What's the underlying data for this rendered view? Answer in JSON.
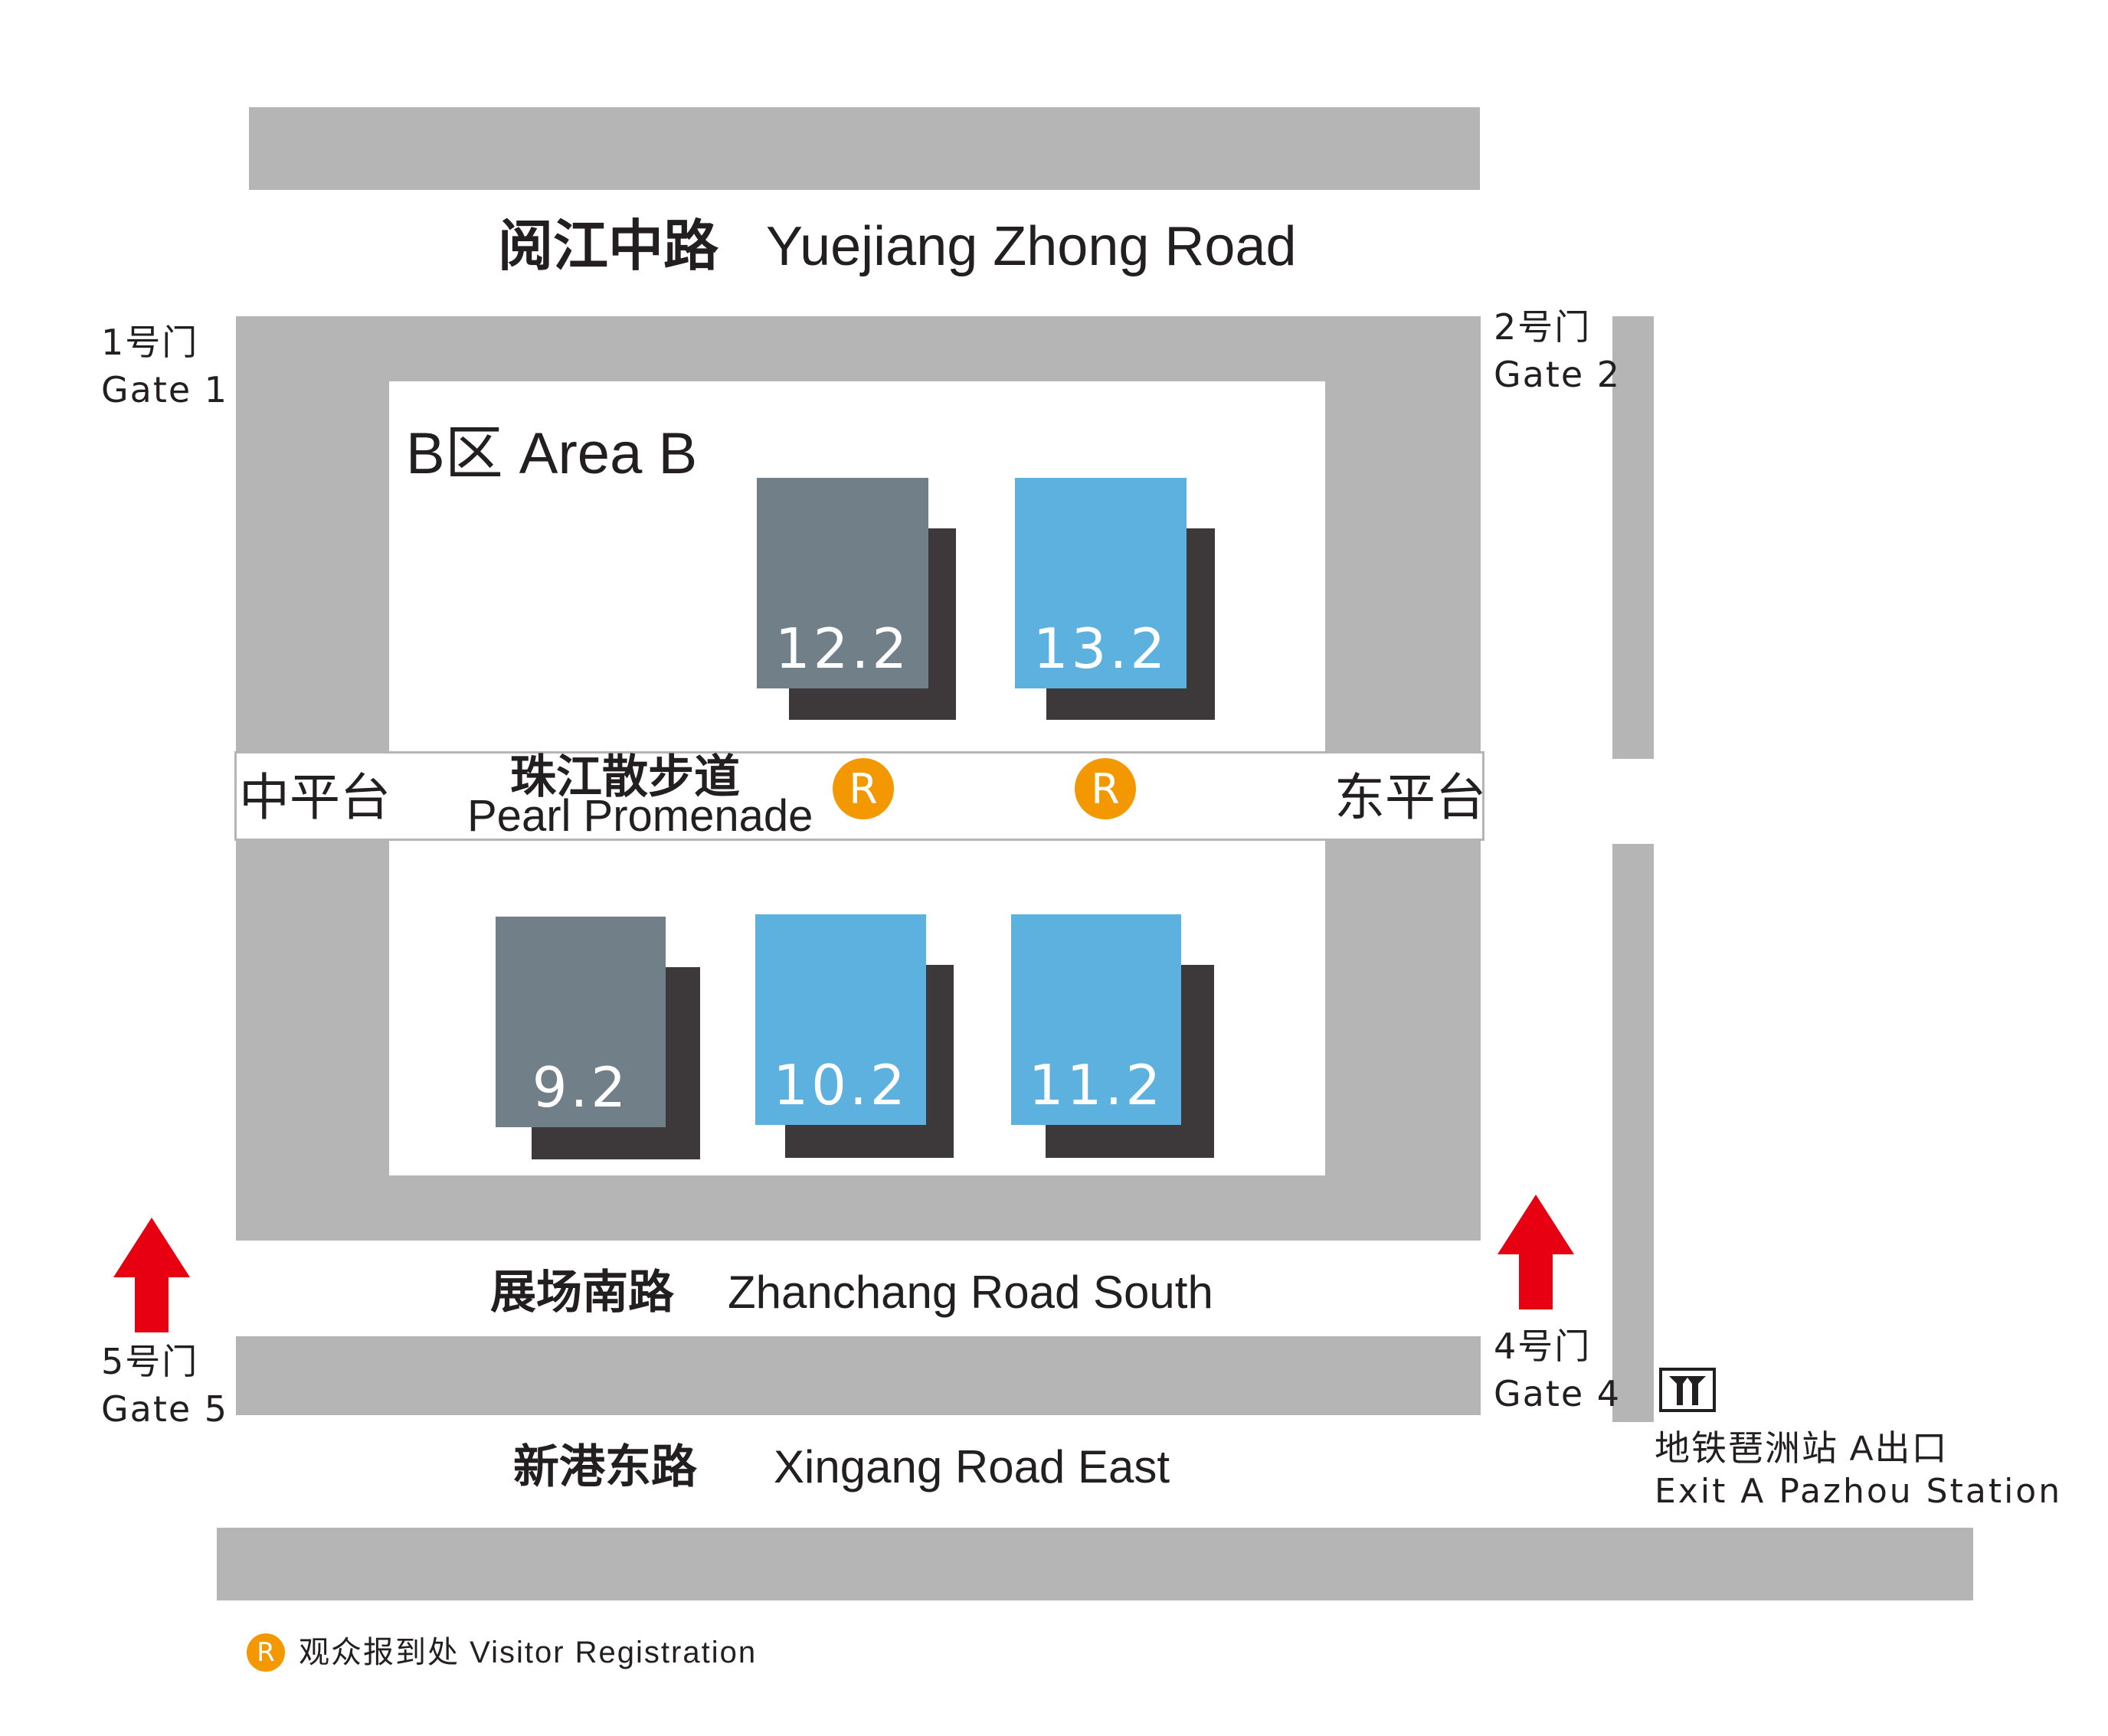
{
  "roads": {
    "yuejiang": {
      "zh": "阅江中路",
      "en": "Yuejiang Zhong Road"
    },
    "zhanchang": {
      "zh": "展场南路",
      "en": "Zhanchang Road South"
    },
    "xingang": {
      "zh": "新港东路",
      "en": "Xingang Road East"
    }
  },
  "gates": {
    "gate1": {
      "zh": "1号门",
      "en": "Gate 1"
    },
    "gate2": {
      "zh": "2号门",
      "en": "Gate 2"
    },
    "gate4": {
      "zh": "4号门",
      "en": "Gate 4"
    },
    "gate5": {
      "zh": "5号门",
      "en": "Gate 5"
    }
  },
  "area": {
    "label": "B区 Area B"
  },
  "promenade": {
    "zh": "珠江散步道",
    "en": "Pearl Promenade",
    "middle_platform": "中平台",
    "east_platform": "东平台"
  },
  "halls": {
    "h12": {
      "label": "12.2",
      "color": "#717f89"
    },
    "h13": {
      "label": "13.2",
      "color": "#5cb1df"
    },
    "h9": {
      "label": "9.2",
      "color": "#717f89"
    },
    "h10": {
      "label": "10.2",
      "color": "#5cb1df"
    },
    "h11": {
      "label": "11.2",
      "color": "#5cb1df"
    }
  },
  "registration": {
    "marker": "R",
    "color": "#f39800",
    "legend": "观众报到处 Visitor Registration"
  },
  "metro": {
    "icon": "metro-icon",
    "zh": "地铁琶洲站 A出口",
    "en": "Exit A Pazhou Station"
  },
  "colors": {
    "road": "#b5b5b5",
    "arrow": "#e60012",
    "hall_shadow": "#3d393a"
  }
}
